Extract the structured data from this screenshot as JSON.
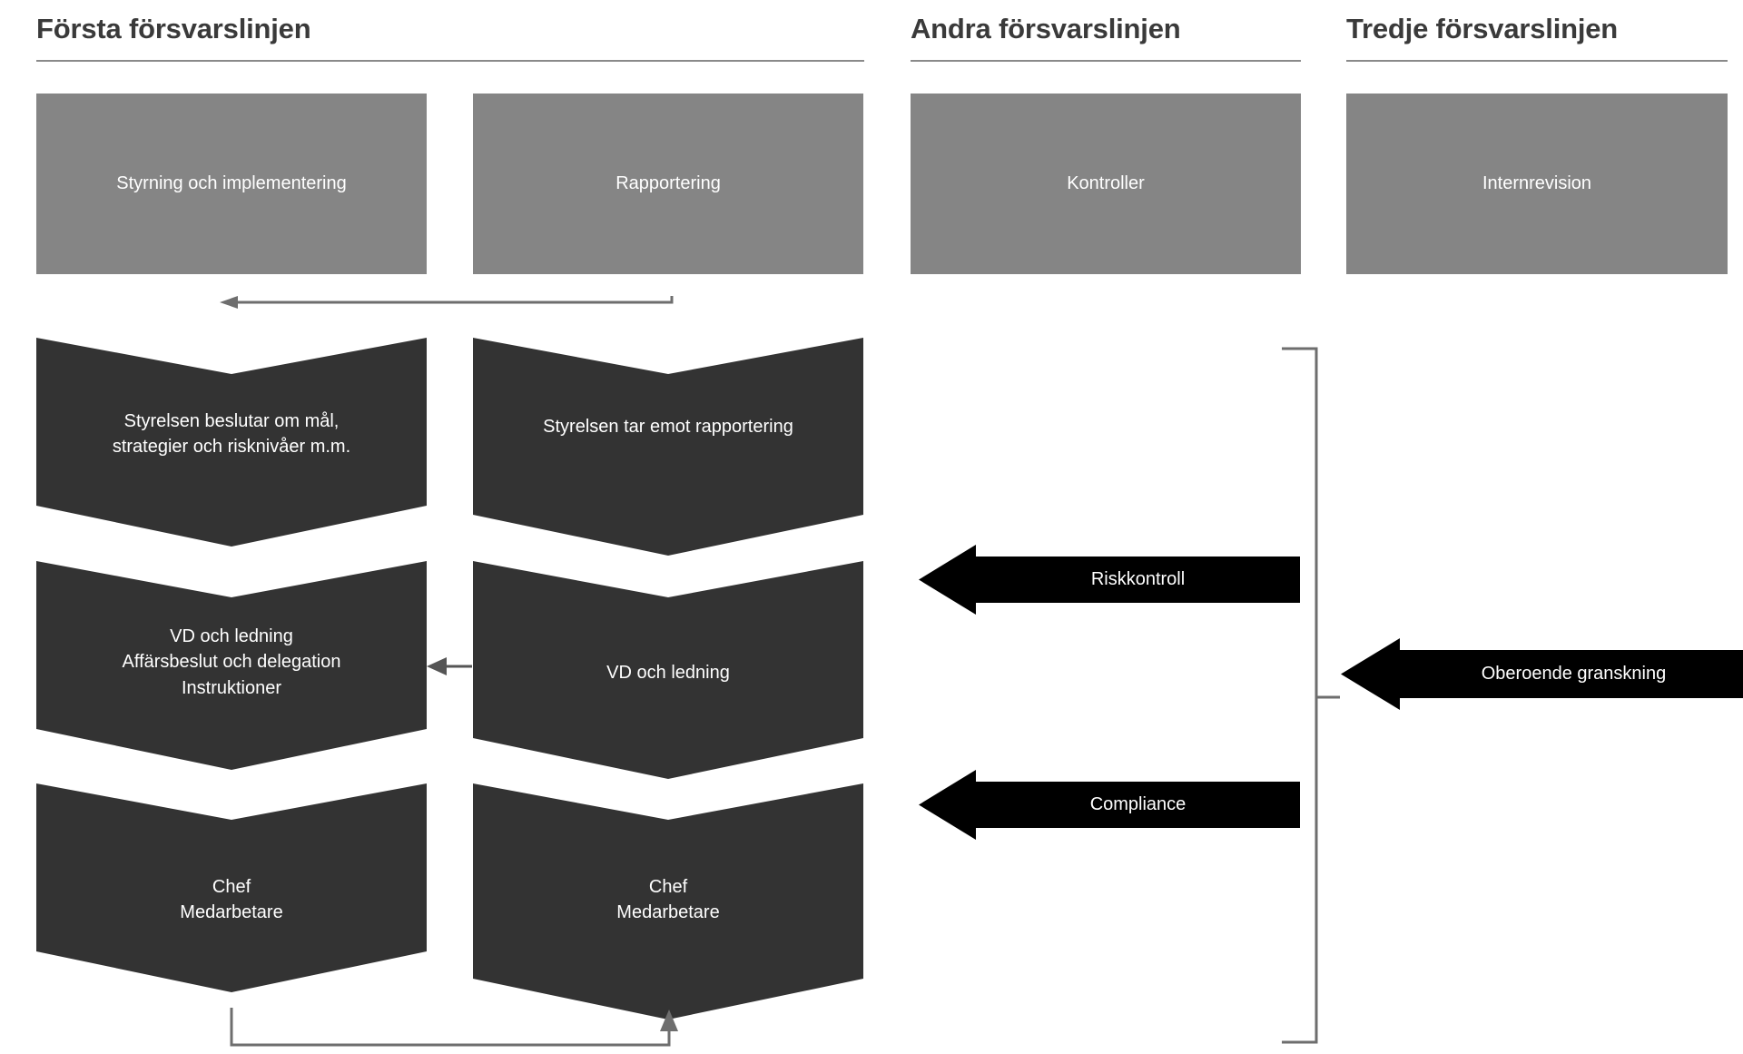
{
  "diagram": {
    "title_row": [
      {
        "id": "first-line",
        "label": "Första försvarslinjen"
      },
      {
        "id": "second-line",
        "label": "Andra försvarslinjen"
      },
      {
        "id": "third-line",
        "label": "Tredje försvarslinjen"
      }
    ],
    "activity_boxes": [
      {
        "id": "styrning",
        "label": "Styrning och implementering"
      },
      {
        "id": "rapportering",
        "label": "Rapportering"
      },
      {
        "id": "kontroller",
        "label": "Kontroller"
      },
      {
        "id": "internrevision",
        "label": "Internrevision"
      }
    ],
    "chevrons_left_column": [
      {
        "id": "styrelsen-beslutar",
        "label": "Styrelsen beslutar om mål,\nstrategier och risknivåer m.m."
      },
      {
        "id": "vd-ledning-left",
        "label": "VD och ledning\nAffärsbeslut och delegation\nInstruktioner"
      },
      {
        "id": "chef-medarbetare-left",
        "label": "Chef\nMedarbetare"
      }
    ],
    "chevrons_right_column": [
      {
        "id": "styrelsen-rapportering",
        "label": "Styrelsen tar emot rapportering"
      },
      {
        "id": "vd-ledning-right",
        "label": "VD och ledning"
      },
      {
        "id": "chef-medarbetare-right",
        "label": "Chef\nMedarbetare"
      }
    ],
    "block_arrows": [
      {
        "id": "riskkontroll",
        "label": "Riskkontroll"
      },
      {
        "id": "oberoende-granskning",
        "label": "Oberoende granskning"
      },
      {
        "id": "compliance",
        "label": "Compliance"
      }
    ],
    "colors": {
      "background": "#ffffff",
      "grey_box": "#858585",
      "chevron_dark": "#333333",
      "arrow_black": "#000000",
      "connector_grey": "#6e6e6e",
      "heading_text": "#3a3a3a",
      "box_text": "#ffffff"
    }
  }
}
